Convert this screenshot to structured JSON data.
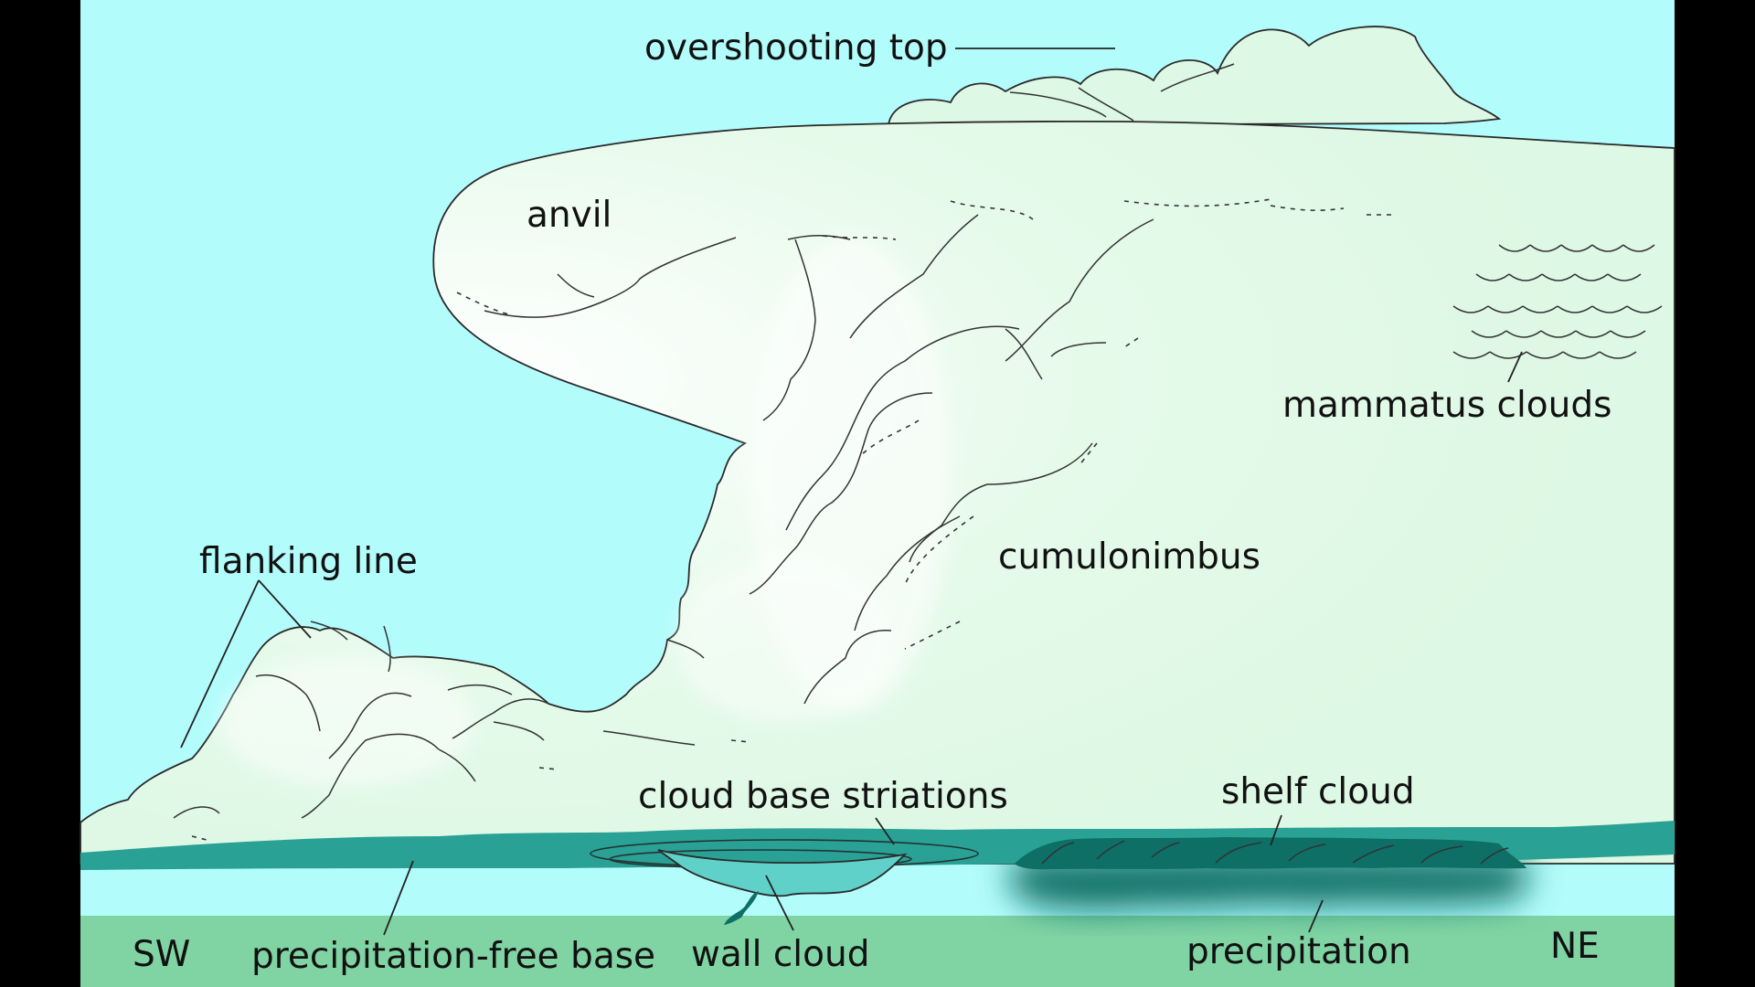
{
  "colors": {
    "frame": "#000000",
    "sky": "#b3fcfc",
    "ground": "#80d4a4",
    "cloud": "#ddf8e4",
    "cloud_highlight": "#ffffff",
    "cloud_base": "#2aa195",
    "wall_cloud": "#5fd1c8",
    "precipitation": "#0d6f66",
    "outline": "#2a2a2a"
  },
  "labels": {
    "overshooting_top": "overshooting top",
    "anvil": "anvil",
    "mammatus_clouds": "mammatus clouds",
    "flanking_line": "flanking line",
    "cumulonimbus": "cumulonimbus",
    "cloud_base_striations": "cloud base striations",
    "shelf_cloud": "shelf cloud",
    "precipitation_free_base": "precipitation-free base",
    "wall_cloud": "wall cloud",
    "precipitation": "precipitation",
    "sw": "SW",
    "ne": "NE"
  }
}
